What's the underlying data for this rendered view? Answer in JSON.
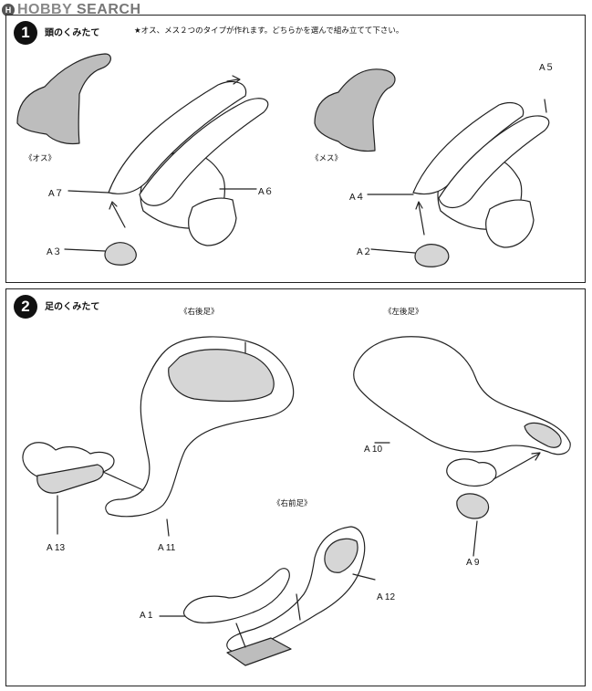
{
  "watermark": {
    "logo": "H",
    "hobby": "HOBBY",
    "search": "SEARCH"
  },
  "step1": {
    "number": "1",
    "title": "頭のくみたて",
    "note": "★オス、メス２つのタイプが作れます。どちらかを選んで組み立てて下さい。",
    "male_caption": "《オス》",
    "female_caption": "《メス》",
    "labels": {
      "a7": "A７",
      "a6": "A６",
      "a3": "A３",
      "a5": "A５",
      "a4": "A４",
      "a2": "A２"
    }
  },
  "step2": {
    "number": "2",
    "title": "足のくみたて",
    "right_hind_caption": "《右後足》",
    "left_hind_caption": "《左後足》",
    "right_fore_caption": "《右前足》",
    "labels": {
      "a10": "A 10",
      "a13": "A 13",
      "a11": "A 11",
      "a9": "A 9",
      "a12": "A 12",
      "a1": "A 1"
    }
  },
  "colors": {
    "line": "#222222",
    "shade": "#bdbdbd",
    "mid": "#d6d6d6"
  }
}
